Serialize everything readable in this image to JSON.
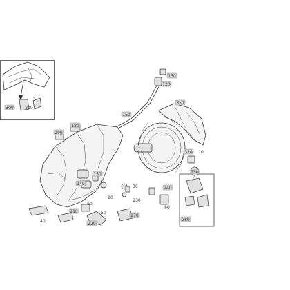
{
  "callouts": [
    {
      "id": "c300",
      "text": "300",
      "boxed": true
    },
    {
      "id": "c310",
      "text": "310",
      "boxed": false
    },
    {
      "id": "c130",
      "text": "130",
      "boxed": true
    },
    {
      "id": "c120",
      "text": "120",
      "boxed": true
    },
    {
      "id": "c350",
      "text": "350",
      "boxed": true
    },
    {
      "id": "c160",
      "text": "160",
      "boxed": true
    },
    {
      "id": "c180",
      "text": "180",
      "boxed": true
    },
    {
      "id": "c200",
      "text": "200",
      "boxed": true
    },
    {
      "id": "c320",
      "text": "320",
      "boxed": true
    },
    {
      "id": "c10",
      "text": "10",
      "boxed": false
    },
    {
      "id": "c250",
      "text": "250",
      "boxed": true
    },
    {
      "id": "c150",
      "text": "150",
      "boxed": true
    },
    {
      "id": "c140",
      "text": "140",
      "boxed": true
    },
    {
      "id": "c30",
      "text": "30",
      "boxed": false
    },
    {
      "id": "c240",
      "text": "240",
      "boxed": true
    },
    {
      "id": "c20",
      "text": "20",
      "boxed": false
    },
    {
      "id": "c230",
      "text": "230",
      "boxed": false
    },
    {
      "id": "c80",
      "text": "80",
      "boxed": false
    },
    {
      "id": "c60",
      "text": "60",
      "boxed": false
    },
    {
      "id": "c210",
      "text": "210",
      "boxed": true
    },
    {
      "id": "c50",
      "text": "50",
      "boxed": false
    },
    {
      "id": "c40",
      "text": "40",
      "boxed": false
    },
    {
      "id": "c220",
      "text": "220",
      "boxed": true
    },
    {
      "id": "c270",
      "text": "270",
      "boxed": true
    },
    {
      "id": "c260",
      "text": "260",
      "boxed": true
    }
  ]
}
